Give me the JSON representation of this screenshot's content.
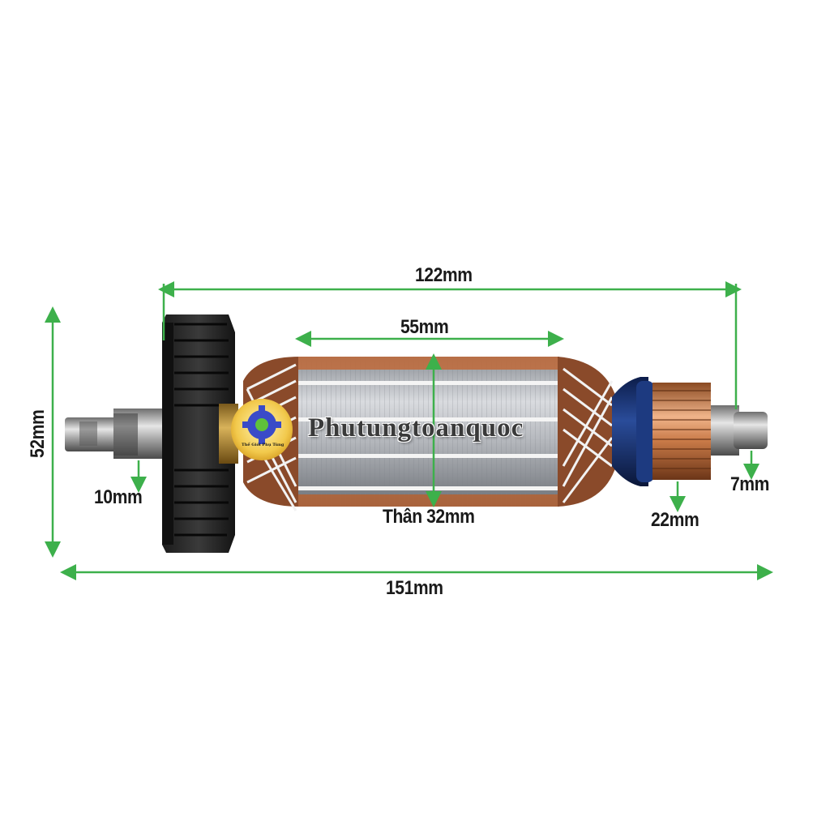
{
  "image": {
    "subject": "motor-armature-rotor",
    "accent_color": "#3db04b",
    "label_color": "#1a1a1a"
  },
  "dimensions": {
    "overall_length": "151mm",
    "armature_length": "122mm",
    "core_length": "55mm",
    "fan_diameter": "52mm",
    "core_diameter": "Thân 32mm",
    "front_shaft": "10mm",
    "commutator": "22mm",
    "rear_shaft": "7mm"
  },
  "watermark": {
    "brand": "Phutungtoanquoc",
    "logo_caption": "Thế Giới Phụ Tùng"
  }
}
